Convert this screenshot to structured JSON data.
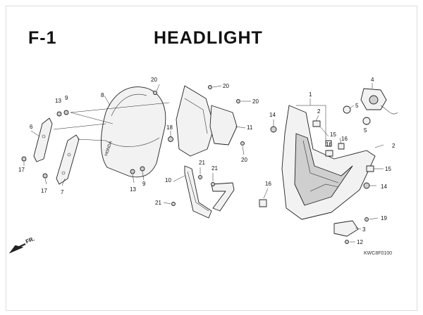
{
  "header": {
    "section_code": "F-1",
    "section_title": "HEADLIGHT"
  },
  "drawing_code": "KWC8F0100",
  "front_marker": "FR.",
  "callouts": {
    "c1": "1",
    "c2a": "2",
    "c2b": "2",
    "c3": "3",
    "c4": "4",
    "c5a": "5",
    "c5b": "5",
    "c6": "6",
    "c7": "7",
    "c8": "8",
    "c9a": "9",
    "c9b": "9",
    "c10": "10",
    "c11": "11",
    "c12": "12",
    "c13a": "13",
    "c13b": "13",
    "c14a": "14",
    "c14b": "14",
    "c15a": "15",
    "c15b": "15",
    "c16a": "16",
    "c16b": "16",
    "c16c": "16",
    "c17a": "17",
    "c17b": "17",
    "c18": "18",
    "c19": "19",
    "c20a": "20",
    "c20b": "20",
    "c20c": "20",
    "c20d": "20",
    "c21a": "21",
    "c21b": "21",
    "c21c": "21"
  },
  "windscreen_lettering": "HONDA",
  "icons": {
    "front": "front-arrow-icon"
  }
}
